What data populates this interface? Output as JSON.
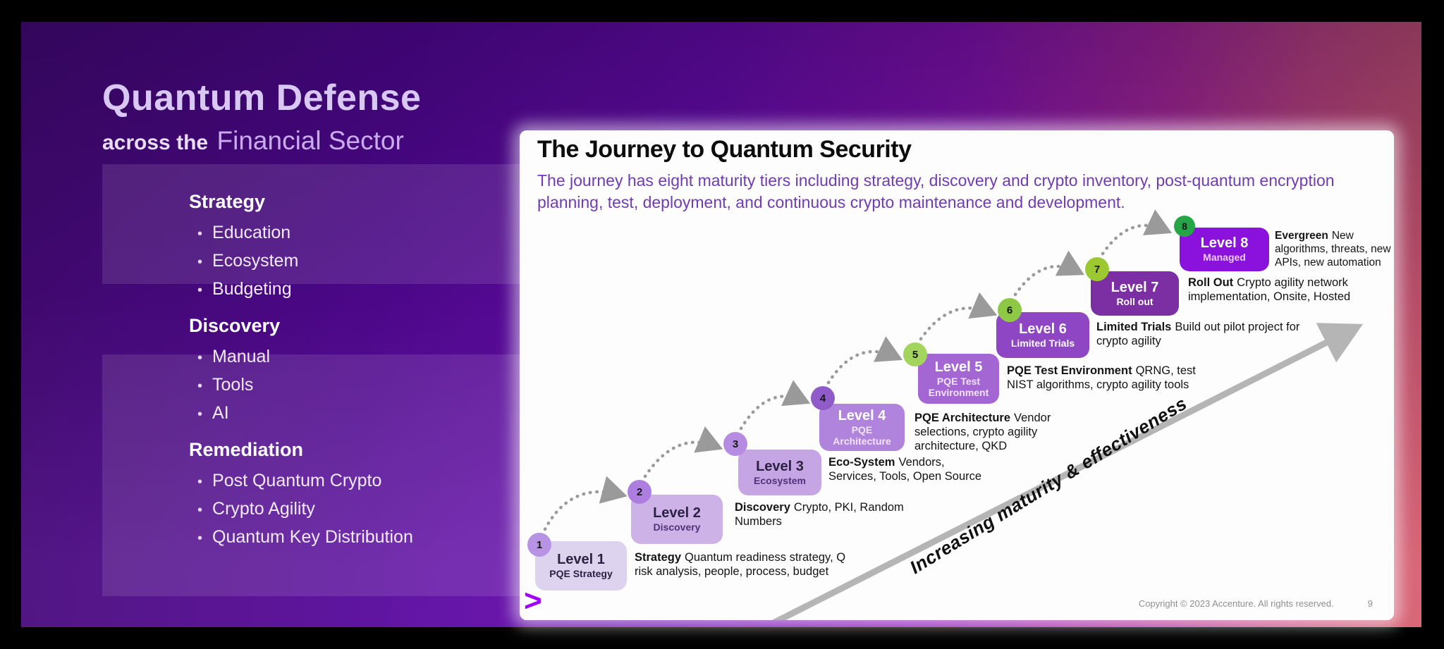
{
  "slide": {
    "title": "Quantum Defense",
    "subtitle": {
      "prefix": "across the",
      "emphasis": "Financial Sector"
    },
    "sidebar": {
      "sections": [
        {
          "heading": "Strategy",
          "items": [
            "Education",
            "Ecosystem",
            "Budgeting"
          ]
        },
        {
          "heading": "Discovery",
          "items": [
            "Manual",
            "Tools",
            "AI"
          ]
        },
        {
          "heading": "Remediation",
          "items": [
            "Post Quantum Crypto",
            "Crypto Agility",
            "Quantum Key Distribution"
          ]
        }
      ]
    },
    "journey": {
      "title": "The Journey to Quantum Security",
      "intro": "The journey has eight maturity tiers including strategy, discovery and crypto inventory, post-quantum encryption planning, test, deployment, and continuous crypto maintenance and development.",
      "axis_label": "Increasing maturity & effectiveness",
      "logo_glyph": ">",
      "logo_color": "#a100ff",
      "arrow_color": "#b5b5b5",
      "footer": {
        "copyright": "Copyright © 2023 Accenture. All rights reserved.",
        "page_number": "9"
      },
      "levels": [
        {
          "badge": "1",
          "name": "Level 1",
          "tier": "PQE Strategy",
          "desc_label": "Strategy",
          "desc_text": "Quantum readiness strategy, Q risk analysis, people, process, budget",
          "box_color": "#ded3ee",
          "badge_color": "#b793e4"
        },
        {
          "badge": "2",
          "name": "Level 2",
          "tier": "Discovery",
          "desc_label": "Discovery",
          "desc_text": "Crypto, PKI, Random Numbers",
          "box_color": "#cdb2e8",
          "badge_color": "#ad7ee0"
        },
        {
          "badge": "3",
          "name": "Level 3",
          "tier": "Ecosystem",
          "desc_label": "Eco-System",
          "desc_text": "Vendors, Services, Tools, Open Source",
          "box_color": "#c5a5e4",
          "badge_color": "#b68ce2"
        },
        {
          "badge": "4",
          "name": "Level 4",
          "tier": "PQE Architecture",
          "desc_label": "PQE Architecture",
          "desc_text": "Vendor selections, crypto agility architecture, QKD",
          "box_color": "#b083dc",
          "badge_color": "#8f5bc8"
        },
        {
          "badge": "5",
          "name": "Level 5",
          "tier": "PQE Test Environment",
          "desc_label": "PQE Test Environment",
          "desc_text": "QRNG, test NIST algorithms, crypto agility tools",
          "box_color": "#a466d3",
          "badge_color": "#a2d45e"
        },
        {
          "badge": "6",
          "name": "Level 6",
          "tier": "Limited Trials",
          "desc_label": "Limited Trials",
          "desc_text": "Build out pilot project for crypto agility",
          "box_color": "#8f46c4",
          "badge_color": "#8dc944"
        },
        {
          "badge": "7",
          "name": "Level 7",
          "tier": "Roll out",
          "desc_label": "Roll Out",
          "desc_text": "Crypto agility network implementation, Onsite, Hosted",
          "box_color": "#7b2fa2",
          "badge_color": "#9cc832"
        },
        {
          "badge": "8",
          "name": "Level 8",
          "tier": "Managed",
          "desc_label": "Evergreen",
          "desc_text": "New algorithms, threats, new APIs, new automation",
          "box_color": "#8a12dc",
          "badge_color": "#25a546"
        }
      ]
    }
  }
}
